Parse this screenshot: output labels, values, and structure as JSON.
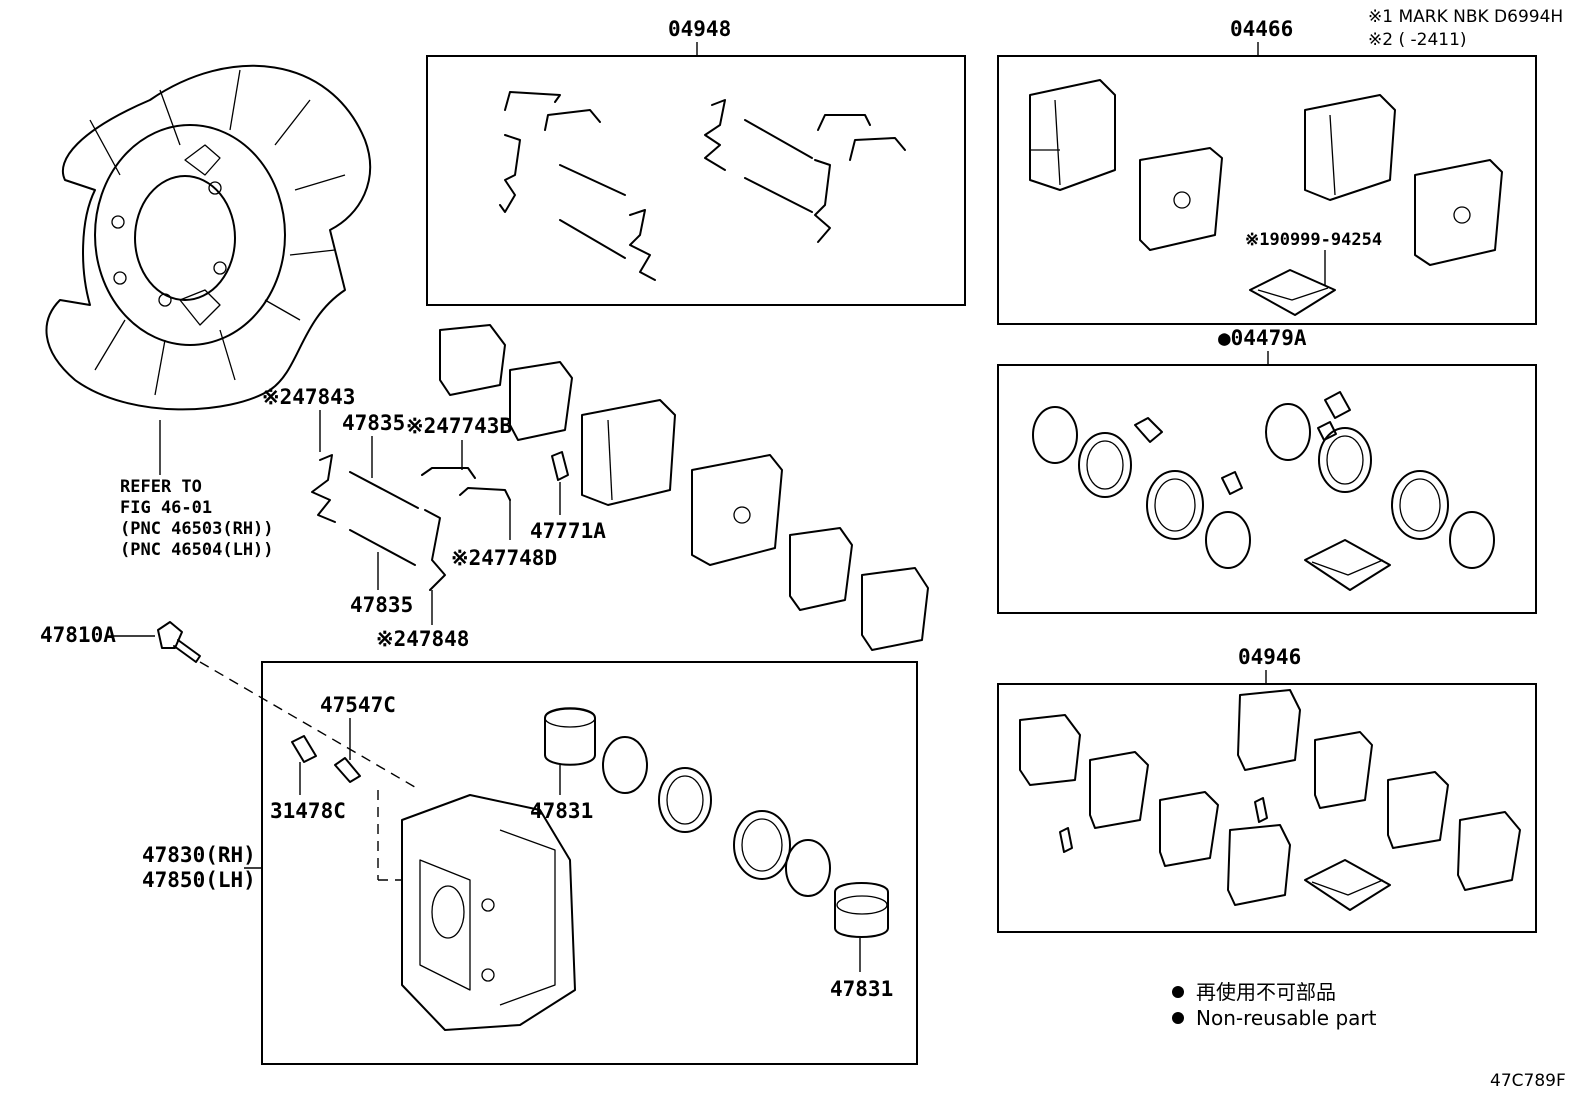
{
  "header_notes": {
    "note1": "※1 MARK NBK D6994H",
    "note2": "※2 (       -2411)"
  },
  "kits": [
    {
      "label": "04948"
    },
    {
      "label": "04466"
    },
    {
      "label": "●04479A"
    },
    {
      "label": "04946"
    }
  ],
  "labels": {
    "shim_kit_sub": "※190999-94254",
    "refer_to": "REFER TO",
    "fig": "FIG 46-01",
    "pnc_rh": "(PNC 46503(RH))",
    "pnc_lh": "(PNC 46504(LH))",
    "spring_47843": "※247843",
    "pin_47835_top": "47835",
    "pin_47835_bottom": "47835",
    "spring_47743b": "※247743B",
    "spring_47748d": "※247748D",
    "clip_47848": "※247848",
    "sensor_47771a": "47771A",
    "bolt_47810a": "47810A",
    "plug_47547c": "47547C",
    "cap_31478c": "31478C",
    "caliper_rh": "47830(RH)",
    "caliper_lh": "47850(LH)",
    "piston_upper": "47831",
    "piston_lower": "47831"
  },
  "legend": {
    "jp": "再使用不可部品",
    "en": "Non-reusable part"
  },
  "figure_code": "47C789F"
}
